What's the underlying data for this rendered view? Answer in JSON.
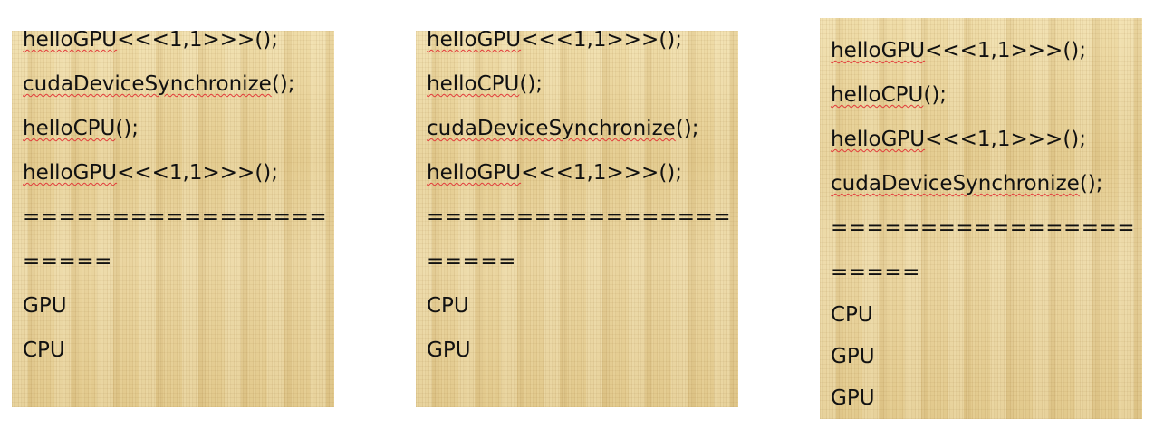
{
  "panels": [
    {
      "lines": [
        {
          "squiggle": "helloGPU",
          "rest": "<<<1,1>>>();"
        },
        {
          "squiggle": "cudaDeviceSynchronize",
          "rest": "();"
        },
        {
          "squiggle": "helloCPU",
          "rest": "();"
        },
        {
          "squiggle": "helloGPU",
          "rest": "<<<1,1>>>();"
        }
      ],
      "separator_1": "=================",
      "separator_2": "=====",
      "output": [
        "GPU",
        "CPU"
      ]
    },
    {
      "lines": [
        {
          "squiggle": "helloGPU",
          "rest": "<<<1,1>>>();"
        },
        {
          "squiggle": "helloCPU",
          "rest": "();"
        },
        {
          "squiggle": "cudaDeviceSynchronize",
          "rest": "();"
        },
        {
          "squiggle": "helloGPU",
          "rest": "<<<1,1>>>();"
        }
      ],
      "separator_1": "=================",
      "separator_2": "=====",
      "output": [
        "CPU",
        "GPU"
      ]
    },
    {
      "lines": [
        {
          "squiggle": "helloGPU",
          "rest": "<<<1,1>>>();"
        },
        {
          "squiggle": "helloCPU",
          "rest": "();"
        },
        {
          "squiggle": "helloGPU",
          "rest": "<<<1,1>>>();"
        },
        {
          "squiggle": "cudaDeviceSynchronize",
          "rest": "();"
        }
      ],
      "separator_1": "=================",
      "separator_2": "=====",
      "output": [
        "CPU",
        "GPU",
        "GPU"
      ]
    }
  ]
}
